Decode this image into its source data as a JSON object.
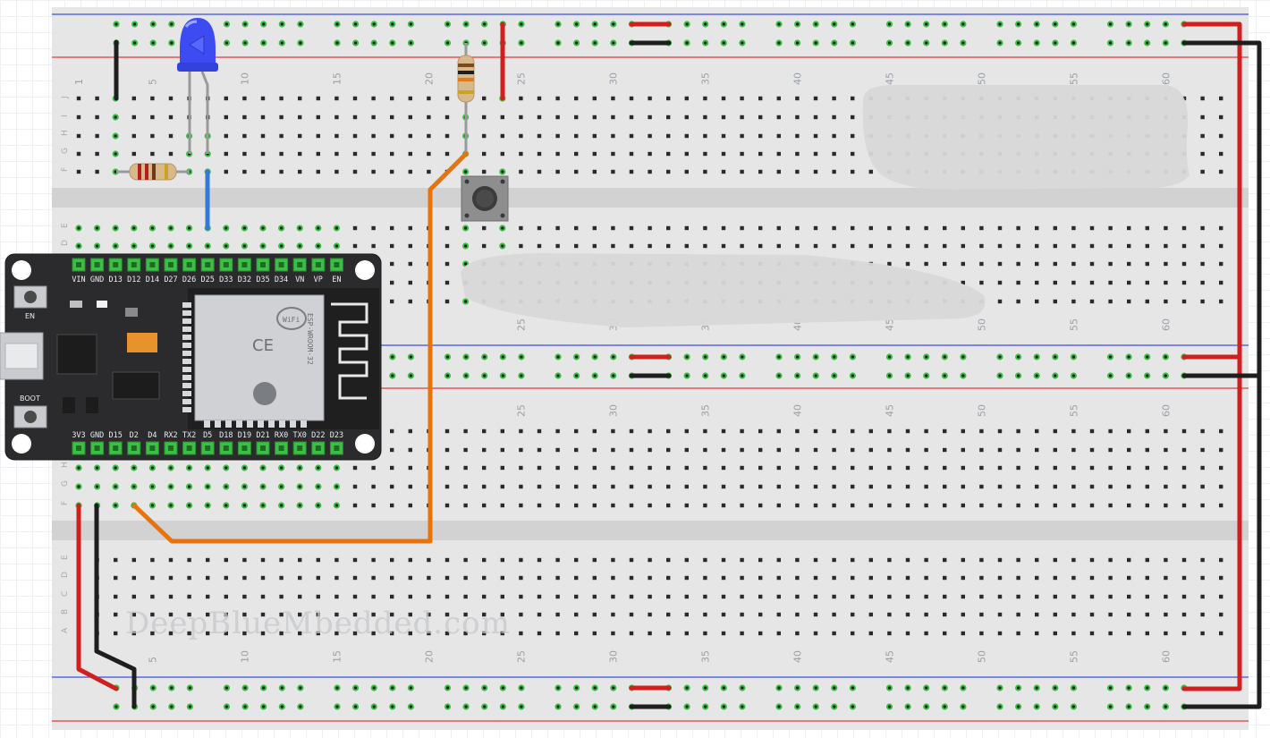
{
  "breadboard": {
    "column_numbers": [
      "1",
      "5",
      "10",
      "15",
      "20",
      "25",
      "30",
      "35",
      "40",
      "45",
      "50",
      "55",
      "60"
    ],
    "row_letters_top": [
      "J",
      "I",
      "H",
      "G",
      "F"
    ],
    "row_letters_bottom": [
      "E",
      "D",
      "C",
      "B",
      "A"
    ]
  },
  "esp32": {
    "top_pins": [
      "VIN",
      "GND",
      "D13",
      "D12",
      "D14",
      "D27",
      "D26",
      "D25",
      "D33",
      "D32",
      "D35",
      "D34",
      "VN",
      "VP",
      "EN"
    ],
    "bottom_pins": [
      "3V3",
      "GND",
      "D15",
      "D2",
      "D4",
      "RX2",
      "TX2",
      "D5",
      "D18",
      "D19",
      "D21",
      "RX0",
      "TX0",
      "D22",
      "D23"
    ],
    "button_en": "EN",
    "button_boot": "BOOT",
    "module_text": "ESP-WROOM-32",
    "wifi_text": "WiFi"
  },
  "watermark": "DeepBlueMbedded.com",
  "colors": {
    "wire_red": "#d11f1f",
    "wire_black": "#1e1e1e",
    "wire_orange": "#e8730c",
    "wire_blue": "#2f7bd9",
    "rail_blue": "#3a4fe0",
    "rail_red": "#e23b3b",
    "led_blue": "#3d4cf2",
    "board_grey": "#e6e6e6",
    "esp_board": "#2b2b2d",
    "pin_green": "#3cbf45"
  },
  "icons": [
    "led-icon",
    "resistor-icon",
    "pushbutton-icon",
    "usb-connector-icon",
    "wifi-logo-icon",
    "ce-mark-icon"
  ]
}
